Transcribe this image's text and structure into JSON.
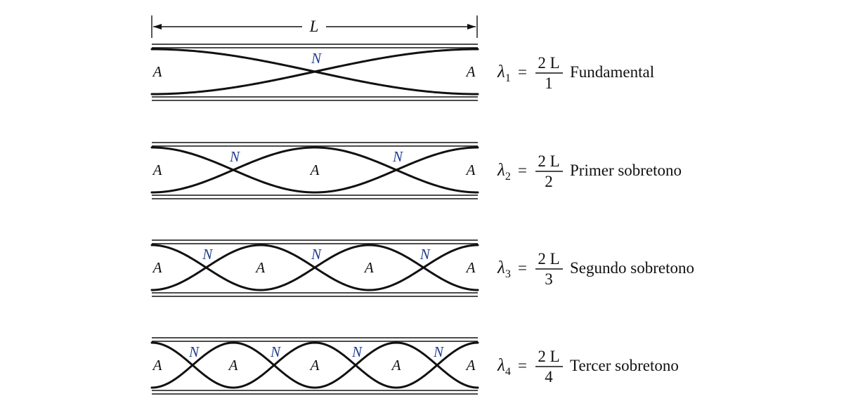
{
  "dimension_label": "L",
  "node_label": "N",
  "antinode_label": "A",
  "lambda_symbol": "λ",
  "equals": "=",
  "modes": [
    {
      "subscript": "1",
      "numerator": "2 L",
      "denominator": "1",
      "name": "Fundamental"
    },
    {
      "subscript": "2",
      "numerator": "2 L",
      "denominator": "2",
      "name": "Primer sobretono"
    },
    {
      "subscript": "3",
      "numerator": "2 L",
      "denominator": "3",
      "name": "Segundo sobretono"
    },
    {
      "subscript": "4",
      "numerator": "2 L",
      "denominator": "4",
      "name": "Tercer sobretono"
    }
  ],
  "colors": {
    "node_label": "#1f3c8f",
    "lines": "#111111",
    "background": "#ffffff"
  }
}
